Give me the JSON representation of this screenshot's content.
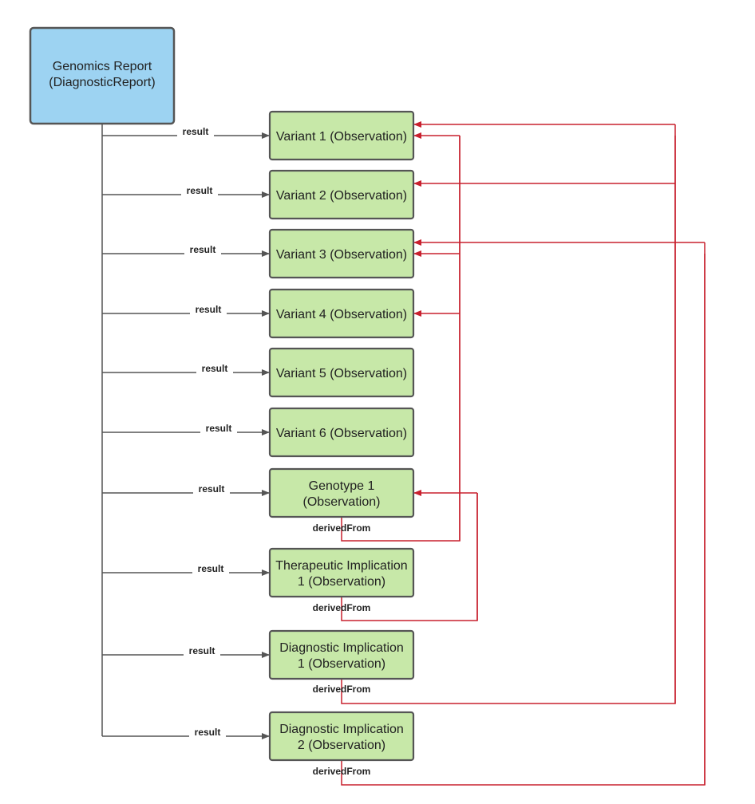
{
  "colors": {
    "report_fill": "#9dd3f2",
    "observation_fill": "#c7e8a8",
    "box_stroke": "#555555",
    "result_edge": "#555555",
    "derived_edge": "#c8202e"
  },
  "report": {
    "line1": "Genomics Report",
    "line2": "(DiagnosticReport)"
  },
  "observations": [
    {
      "id": "variant-1",
      "lines": [
        "Variant 1 (Observation)"
      ]
    },
    {
      "id": "variant-2",
      "lines": [
        "Variant 2 (Observation)"
      ]
    },
    {
      "id": "variant-3",
      "lines": [
        "Variant 3 (Observation)"
      ]
    },
    {
      "id": "variant-4",
      "lines": [
        "Variant 4 (Observation)"
      ]
    },
    {
      "id": "variant-5",
      "lines": [
        "Variant 5 (Observation)"
      ]
    },
    {
      "id": "variant-6",
      "lines": [
        "Variant 6 (Observation)"
      ]
    },
    {
      "id": "genotype-1",
      "lines": [
        "Genotype 1",
        "(Observation)"
      ]
    },
    {
      "id": "therapeutic-implication-1",
      "lines": [
        "Therapeutic Implication",
        "1 (Observation)"
      ]
    },
    {
      "id": "diagnostic-implication-1",
      "lines": [
        "Diagnostic Implication",
        "1 (Observation)"
      ]
    },
    {
      "id": "diagnostic-implication-2",
      "lines": [
        "Diagnostic Implication",
        "2 (Observation)"
      ]
    }
  ],
  "result_label": "result",
  "derived_label": "derivedFrom",
  "derived_from": [
    {
      "source": "genotype-1",
      "targets": [
        "variant-1",
        "variant-3",
        "variant-4"
      ]
    },
    {
      "source": "therapeutic-implication-1",
      "targets": [
        "genotype-1"
      ]
    },
    {
      "source": "diagnostic-implication-1",
      "targets": [
        "variant-1",
        "variant-2"
      ]
    },
    {
      "source": "diagnostic-implication-2",
      "targets": [
        "variant-3"
      ]
    }
  ]
}
